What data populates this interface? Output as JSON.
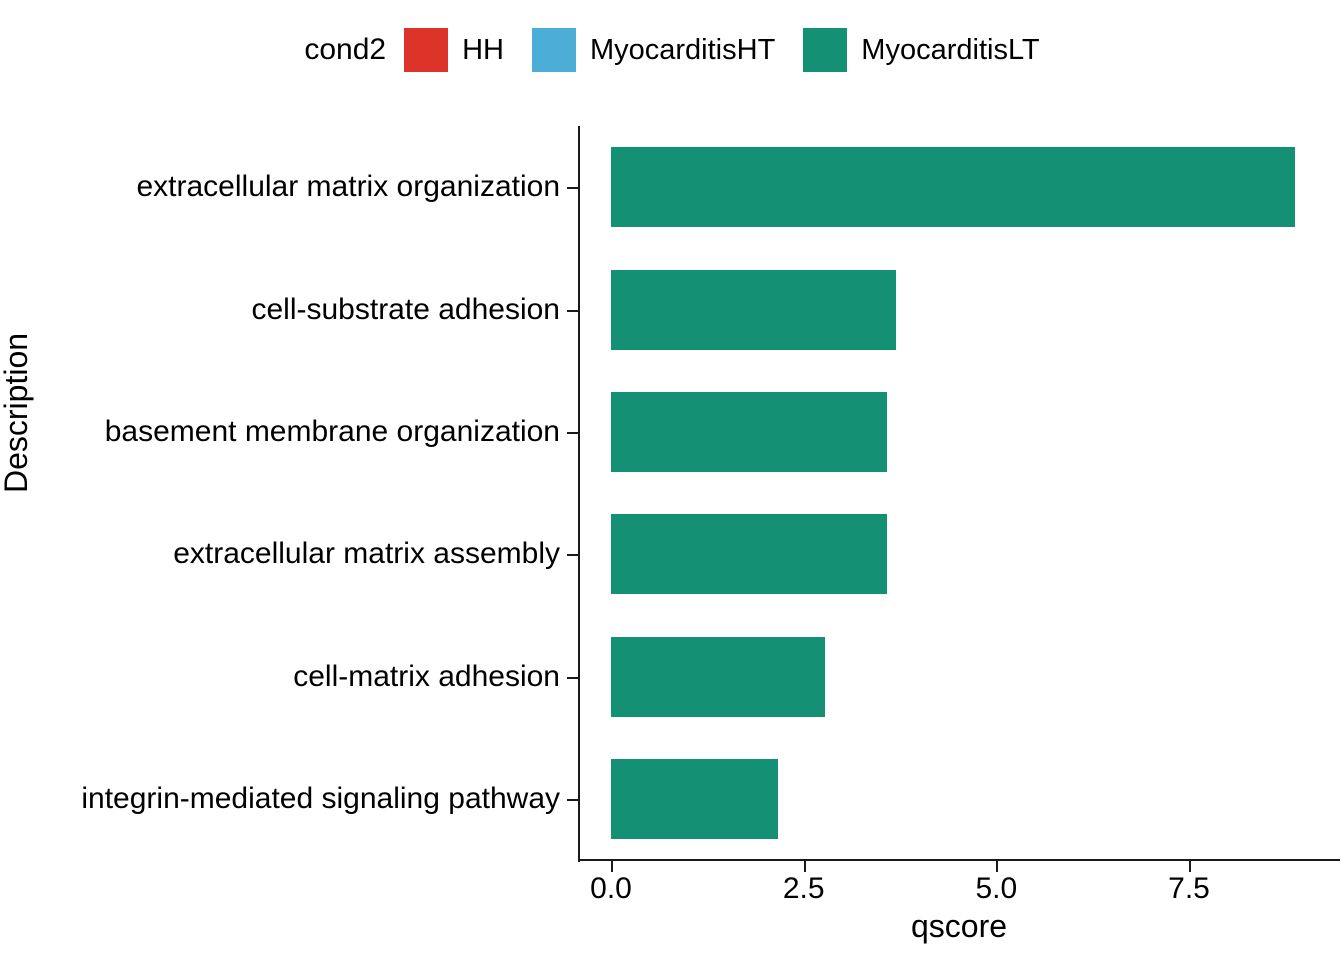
{
  "chart_data": {
    "type": "bar",
    "orientation": "horizontal",
    "title": "",
    "xlabel": "qscore",
    "ylabel": "Description",
    "categories": [
      "extracellular matrix organization",
      "cell-substrate adhesion",
      "basement membrane organization",
      "extracellular matrix assembly",
      "cell-matrix adhesion",
      "integrin-mediated signaling pathway"
    ],
    "values": [
      8.87,
      3.7,
      3.58,
      3.58,
      2.78,
      2.17
    ],
    "series": [
      {
        "name": "MyocarditisLT",
        "values": [
          8.87,
          3.7,
          3.58,
          3.58,
          2.78,
          2.17
        ]
      }
    ],
    "xlim": [
      0,
      9.35
    ],
    "xticks": [
      0.0,
      2.5,
      5.0,
      7.5
    ],
    "xtick_labels": [
      "0.0",
      "2.5",
      "5.0",
      "7.5"
    ],
    "grid": false,
    "legend_position": "top",
    "bar_color": "#149174"
  },
  "legend": {
    "title": "cond2",
    "items": [
      {
        "label": "HH",
        "color": "#dd3429"
      },
      {
        "label": "MyocarditisHT",
        "color": "#4cadd6"
      },
      {
        "label": "MyocarditisLT",
        "color": "#149174"
      }
    ]
  }
}
